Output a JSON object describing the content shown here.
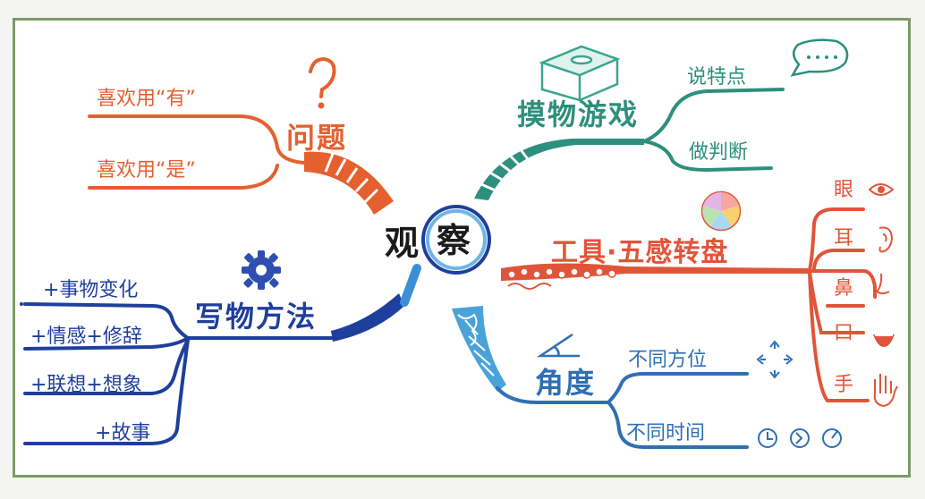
{
  "center": {
    "title_part1": "观",
    "title_part2": "察",
    "icon": "magnifier-icon"
  },
  "branches": {
    "question": {
      "title": "问题",
      "icon": "question-mark-icon",
      "items": [
        "喜欢用“有”",
        "喜欢用“是”"
      ],
      "color": "#e5602f"
    },
    "touch_game": {
      "title": "摸物游戏",
      "icon": "mystery-box-icon",
      "items": [
        "说特点",
        "做判断"
      ],
      "item_icons": [
        "speech-bubble-icon"
      ],
      "color": "#2d8f7c"
    },
    "tool_wheel": {
      "title": "工具·五感转盘",
      "icon": "five-sense-wheel-icon",
      "senses": [
        {
          "label": "眼",
          "icon": "eye-icon"
        },
        {
          "label": "耳",
          "icon": "ear-icon"
        },
        {
          "label": "鼻",
          "icon": "nose-icon"
        },
        {
          "label": "口",
          "icon": "mouth-icon"
        },
        {
          "label": "手",
          "icon": "hand-icon"
        }
      ],
      "color": "#e0553a"
    },
    "angle": {
      "title": "角度",
      "icon": "angle-icon",
      "items": [
        "不同方位",
        "不同时间"
      ],
      "item_icons": [
        "direction-arrows-icon",
        "clock-icons"
      ],
      "color": "#2f6fb3"
    },
    "writing": {
      "title": "写物方法",
      "icon": "gear-icon",
      "items": [
        "+事物变化",
        "+情感+修辞",
        "+联想+想象",
        "+故事"
      ],
      "color": "#1f3f9c"
    }
  }
}
